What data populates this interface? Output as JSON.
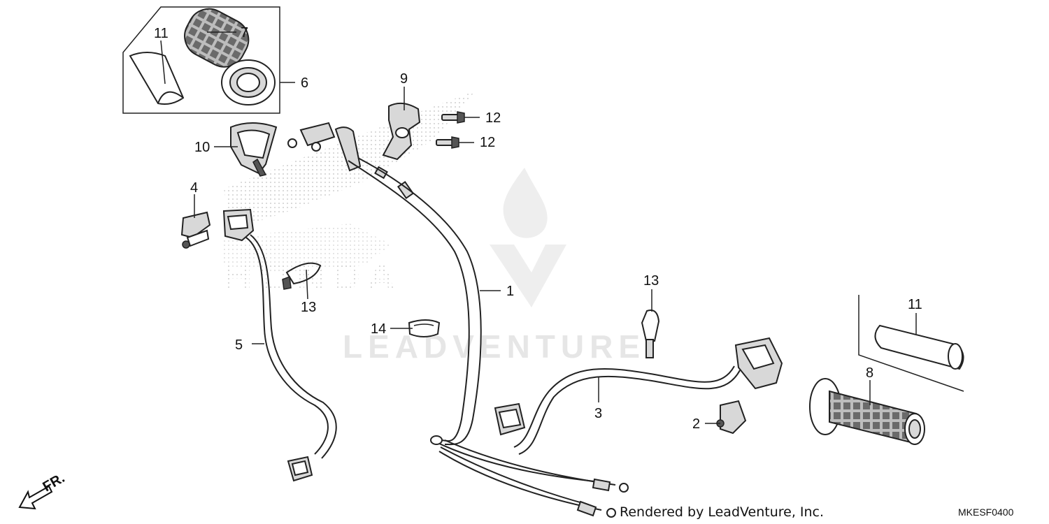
{
  "diagram": {
    "callouts": [
      {
        "id": "c1",
        "text": "1"
      },
      {
        "id": "c2",
        "text": "2"
      },
      {
        "id": "c3",
        "text": "3"
      },
      {
        "id": "c4",
        "text": "4"
      },
      {
        "id": "c5",
        "text": "5"
      },
      {
        "id": "c6",
        "text": "6"
      },
      {
        "id": "c7",
        "text": "7"
      },
      {
        "id": "c8",
        "text": "8"
      },
      {
        "id": "c9",
        "text": "9"
      },
      {
        "id": "c10",
        "text": "10"
      },
      {
        "id": "c11a",
        "text": "11"
      },
      {
        "id": "c11b",
        "text": "11"
      },
      {
        "id": "c12a",
        "text": "12"
      },
      {
        "id": "c12b",
        "text": "12"
      },
      {
        "id": "c13a",
        "text": "13"
      },
      {
        "id": "c13b",
        "text": "13"
      },
      {
        "id": "c14",
        "text": "14"
      }
    ],
    "direction_label": "FR.",
    "watermark_text": "LEADVENTURE",
    "credit": "Rendered by LeadVenture, Inc.",
    "diagram_code": "MKESF0400"
  }
}
